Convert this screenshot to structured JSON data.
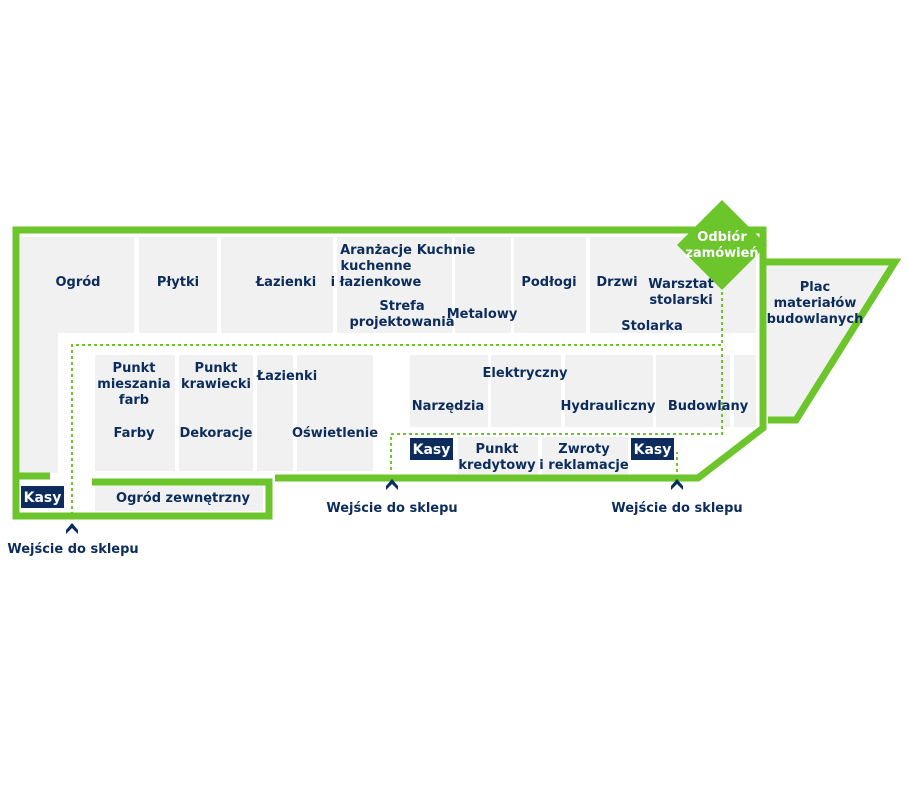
{
  "map": {
    "zones_top": {
      "ogrod": "Ogród",
      "plytki": "Płytki",
      "lazienki_top": "Łazienki",
      "aranzacje": [
        "Aranżacje",
        "kuchenne",
        "i łazienkowe"
      ],
      "kuchnie": "Kuchnie",
      "strefa": [
        "Strefa",
        "projektowania"
      ],
      "metalowy": "Metalowy",
      "podlogi": "Podłogi",
      "drzwi": "Drzwi",
      "warsztat": [
        "Warsztat",
        "stolarski"
      ],
      "stolarka": "Stolarka"
    },
    "odbior": [
      "Odbiór",
      "zamówień"
    ],
    "plac": [
      "Plac",
      "materiałów",
      "budowlanych"
    ],
    "zones_mid": {
      "punkt_mieszania": [
        "Punkt",
        "mieszania",
        "farb"
      ],
      "farby": "Farby",
      "punkt_krawiecki": [
        "Punkt",
        "krawiecki"
      ],
      "dekoracje": "Dekoracje",
      "lazienki_mid": "Łazienki",
      "oswietlenie": "Oświetlenie",
      "narzedzia": "Narzędzia",
      "elektryczny": "Elektryczny",
      "hydrauliczny": "Hydrauliczny",
      "budowlany": "Budowlany"
    },
    "zones_bottom": {
      "punkt_kredytowy": [
        "Punkt",
        "kredytowy"
      ],
      "zwroty": [
        "Zwroty",
        "i reklamacje"
      ],
      "ogrod_zewnetrzny": "Ogród zewnętrzny"
    },
    "kasy": "Kasy",
    "entrance": "Wejście do sklepu",
    "colors": {
      "wall": "#6cc52b",
      "label": "#0b2c5c",
      "zone": "#f1f1f1",
      "kasa_bg": "#0b2c5c"
    },
    "icons": [
      "entrance-chevron-icon"
    ]
  }
}
